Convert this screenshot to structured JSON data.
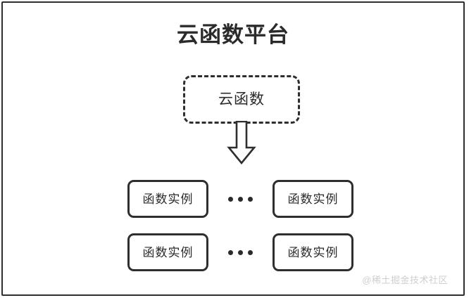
{
  "diagram": {
    "platform": {
      "title": "云函数平台",
      "border_color": "#2e2e2e"
    },
    "cloud_function": {
      "label": "云函数",
      "border_style": "dashed",
      "border_color": "#2e2e2e"
    },
    "arrow": {
      "name": "down-block-arrow",
      "direction": "down",
      "color": "#2e2e2e"
    },
    "rows": [
      {
        "left_instance": "函数实例",
        "ellipsis": "…",
        "right_instance": "函数实例"
      },
      {
        "left_instance": "函数实例",
        "ellipsis": "…",
        "right_instance": "函数实例"
      }
    ],
    "watermark": {
      "text": "@稀土掘金技术社区",
      "color": "#cfcfcf"
    }
  }
}
